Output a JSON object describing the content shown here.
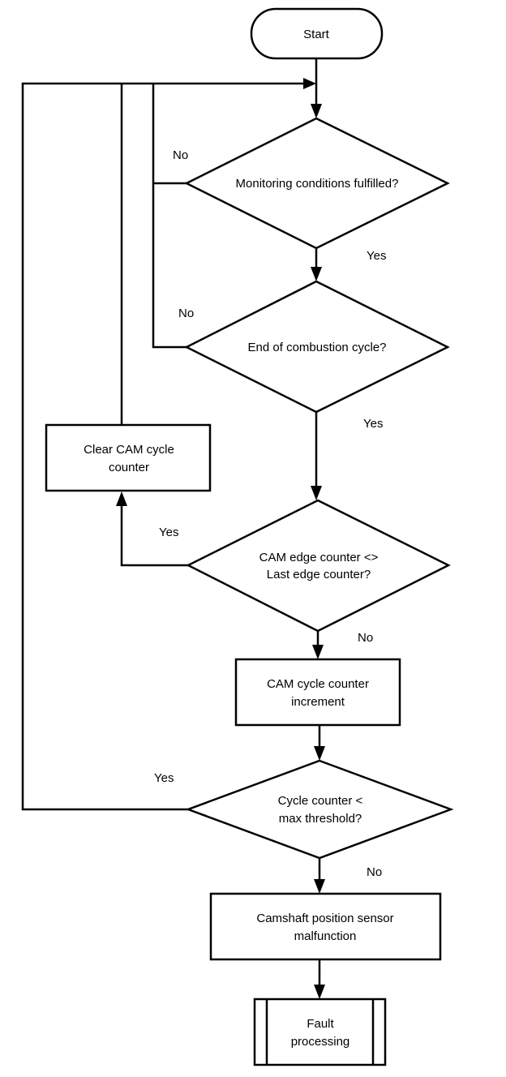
{
  "nodes": {
    "start": "Start",
    "monitoring": "Monitoring conditions fulfilled?",
    "end_cycle": "End of combustion cycle?",
    "cam_edge_1": "CAM edge counter <>",
    "cam_edge_2": "Last edge counter?",
    "clear_1": "Clear CAM cycle",
    "clear_2": "counter",
    "increment_1": "CAM cycle counter",
    "increment_2": "increment",
    "threshold_1": "Cycle counter <",
    "threshold_2": "max threshold?",
    "malfunction_1": "Camshaft position sensor",
    "malfunction_2": "malfunction",
    "fault_1": "Fault",
    "fault_2": "processing"
  },
  "labels": {
    "monitoring_no": "No",
    "monitoring_yes": "Yes",
    "end_cycle_no": "No",
    "end_cycle_yes": "Yes",
    "cam_edge_yes": "Yes",
    "cam_edge_no": "No",
    "threshold_yes": "Yes",
    "threshold_no": "No"
  }
}
